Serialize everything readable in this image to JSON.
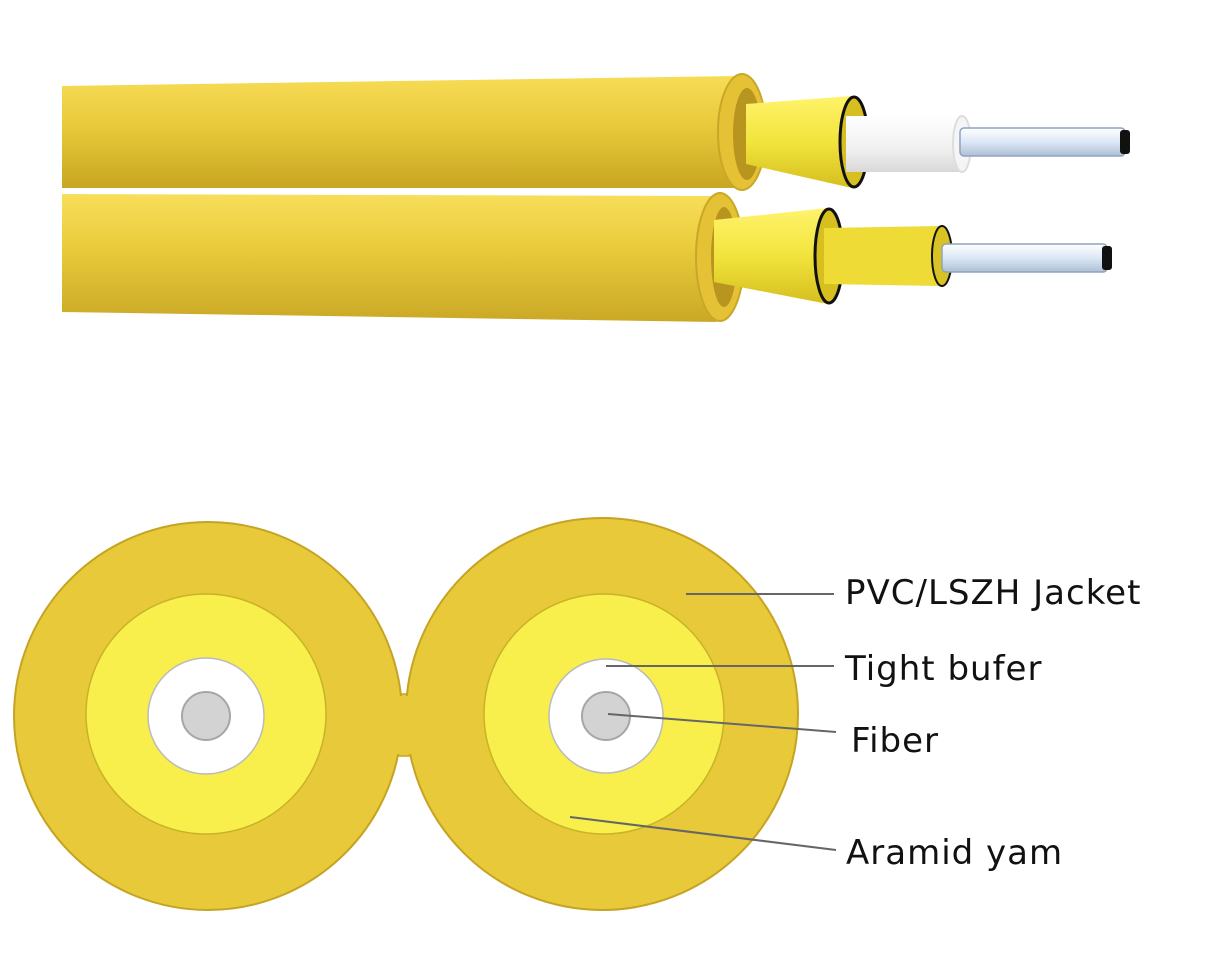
{
  "labels": {
    "jacket": "PVC/LSZH Jacket",
    "tight_buffer": "Tight bufer",
    "fiber": "Fiber",
    "aramid": "Aramid yam"
  },
  "colors": {
    "jacket_yellow": "#e7c93a",
    "jacket_shadow": "#c6a323",
    "aramid_yellow": "#f8ee4c",
    "tight_buffer_white": "#ffffff",
    "fiber_gray": "#d3d3d3",
    "fiber_glass": "#dbe7f5",
    "leader_line": "#666666"
  }
}
